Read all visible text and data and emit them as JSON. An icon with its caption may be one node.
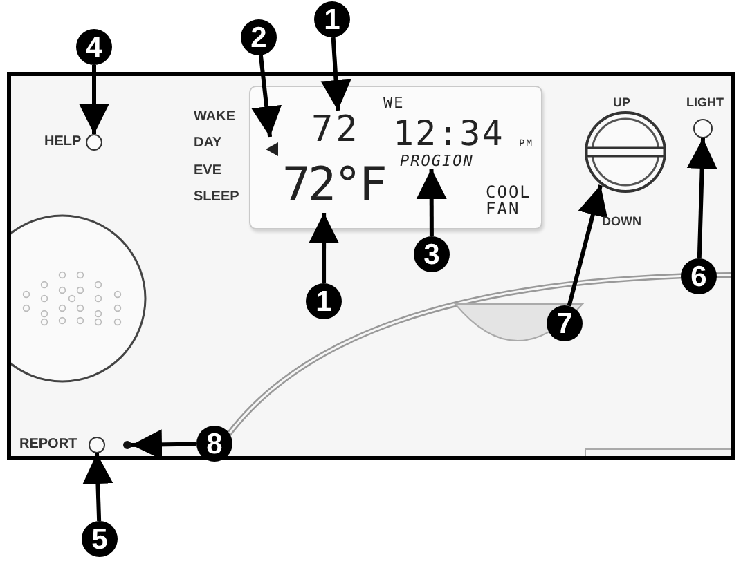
{
  "diagram": {
    "nodes": [
      {
        "text": [
          "1"
        ]
      },
      {
        "text": [
          "2"
        ]
      },
      {
        "text": [
          "4"
        ]
      },
      {
        "text": [],
        "shape": "circle",
        "beside": [
          "HELP"
        ]
      },
      {
        "text": [
          "WE",
          "12:34",
          "PM",
          "COOL FAN"
        ]
      },
      {
        "text": [
          "72"
        ],
        "in": 4
      },
      {
        "text": [],
        "shape": "triangle",
        "in": 4
      },
      {
        "text": [
          "PROGION"
        ],
        "in": 4
      },
      {
        "text": [
          "72°F"
        ],
        "in": 4
      },
      {
        "text": [],
        "shape": "circle",
        "beside": [
          "UP",
          "DOWN"
        ]
      },
      {
        "text": [],
        "shape": "circle",
        "beside": [
          "LIGHT"
        ]
      },
      {
        "text": [
          "1"
        ]
      },
      {
        "text": [
          "3"
        ]
      },
      {
        "text": [
          "6"
        ]
      },
      {
        "text": [
          "7"
        ]
      },
      {
        "text": [],
        "shape": "circle",
        "beside": [
          "REPORT"
        ]
      },
      {
        "text": [],
        "shape": "circle"
      },
      {
        "text": [
          "8"
        ]
      },
      {
        "text": [
          "5"
        ]
      }
    ],
    "edges": [
      {
        "from": 0,
        "to": 5,
        "arrow": "to"
      },
      {
        "from": 1,
        "to": 6,
        "arrow": "to"
      },
      {
        "from": 2,
        "to": 3,
        "arrow": "to"
      },
      {
        "from": 11,
        "to": 8,
        "arrow": "to"
      },
      {
        "from": 12,
        "to": 7,
        "arrow": "to"
      },
      {
        "from": 14,
        "to": 9,
        "arrow": "to"
      },
      {
        "from": 13,
        "to": 10,
        "arrow": "to"
      },
      {
        "from": 17,
        "to": 16,
        "arrow": "to"
      },
      {
        "from": 18,
        "to": 15,
        "arrow": "to"
      }
    ],
    "labels": [
      "WAKE",
      "DAY",
      "EVE",
      "SLEEP"
    ]
  }
}
